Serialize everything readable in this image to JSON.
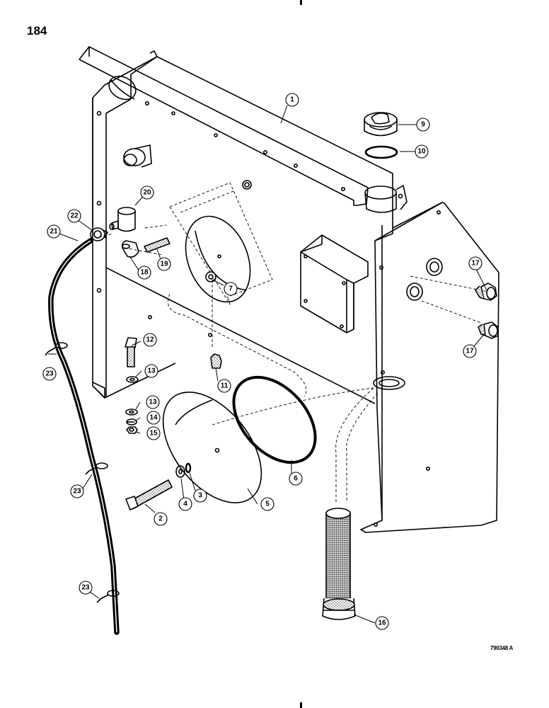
{
  "page_number": "184",
  "doc_code": "790348 A",
  "callouts": [
    {
      "id": "c1",
      "label": "1"
    },
    {
      "id": "c2",
      "label": "2"
    },
    {
      "id": "c3",
      "label": "3"
    },
    {
      "id": "c4",
      "label": "4"
    },
    {
      "id": "c5",
      "label": "5"
    },
    {
      "id": "c6",
      "label": "6"
    },
    {
      "id": "c7",
      "label": "7"
    },
    {
      "id": "c9",
      "label": "9"
    },
    {
      "id": "c10",
      "label": "10"
    },
    {
      "id": "c11",
      "label": "11"
    },
    {
      "id": "c12",
      "label": "12"
    },
    {
      "id": "c13a",
      "label": "13"
    },
    {
      "id": "c13b",
      "label": "13"
    },
    {
      "id": "c14",
      "label": "14"
    },
    {
      "id": "c15",
      "label": "15"
    },
    {
      "id": "c16",
      "label": "16"
    },
    {
      "id": "c17a",
      "label": "17"
    },
    {
      "id": "c17b",
      "label": "17"
    },
    {
      "id": "c18",
      "label": "18"
    },
    {
      "id": "c19",
      "label": "19"
    },
    {
      "id": "c20",
      "label": "20"
    },
    {
      "id": "c21",
      "label": "21"
    },
    {
      "id": "c22",
      "label": "22"
    },
    {
      "id": "c23a",
      "label": "23"
    },
    {
      "id": "c23b",
      "label": "23"
    },
    {
      "id": "c23c",
      "label": "23"
    }
  ]
}
